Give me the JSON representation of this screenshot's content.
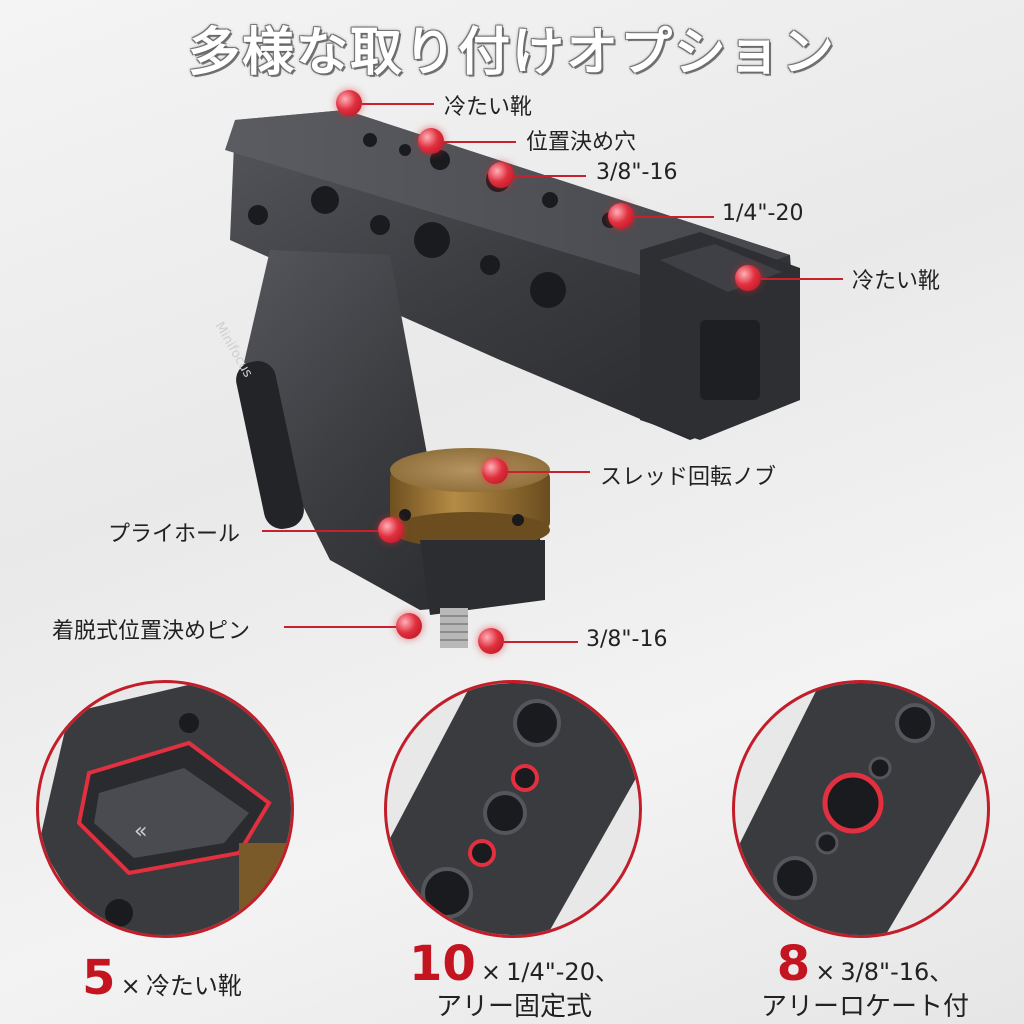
{
  "title": "多様な取り付けオプション",
  "brand": "Minifocus",
  "callouts": {
    "cold_shoe_top": "冷たい靴",
    "locating_hole": "位置決め穴",
    "thread_38_top": "3/8\"-16",
    "thread_14": "1/4\"-20",
    "cold_shoe_right": "冷たい靴",
    "knob": "スレッド回転ノブ",
    "pry_hole": "プライホール",
    "pin": "着脱式位置決めピン",
    "thread_38_bottom": "3/8\"-16"
  },
  "features": [
    {
      "count": "5",
      "times": "×",
      "text": "冷たい靴",
      "sub": ""
    },
    {
      "count": "10",
      "times": "×",
      "text": "1/4\"-20、",
      "sub": "アリー固定式"
    },
    {
      "count": "8",
      "times": "×",
      "text": "3/8\"-16、",
      "sub": "アリーロケート付"
    }
  ],
  "colors": {
    "accent": "#c3141f",
    "metal": "#3a3b3f",
    "brass": "#a07a38"
  }
}
